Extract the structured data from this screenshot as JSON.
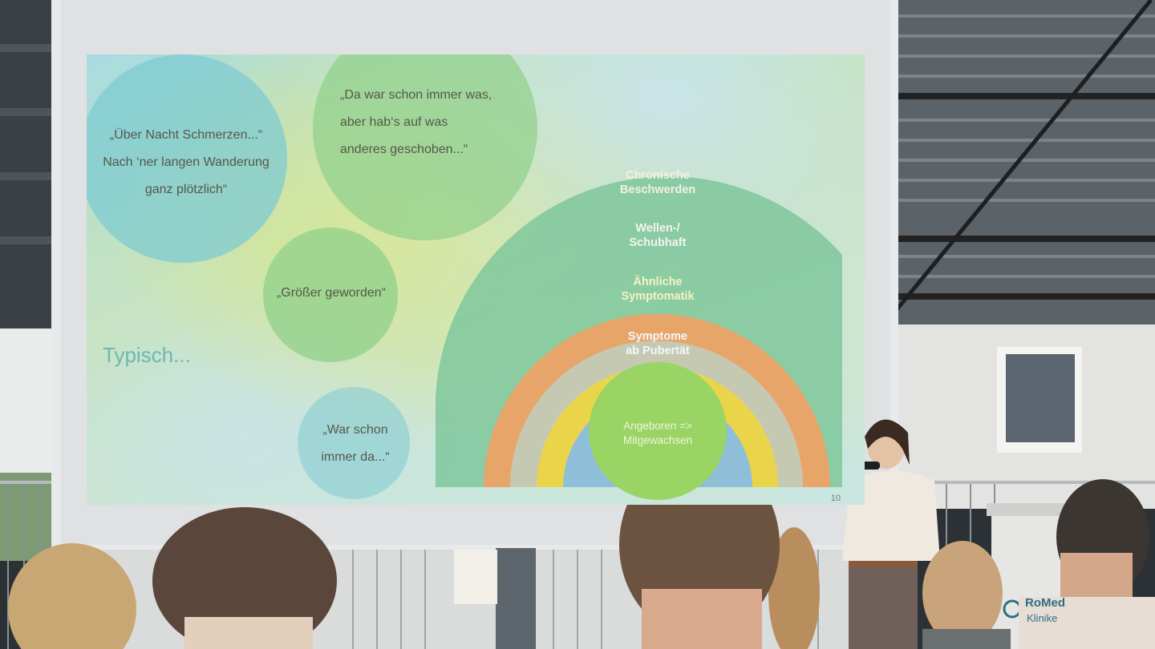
{
  "slide": {
    "quotes": [
      {
        "id": "quote-1",
        "text": "„Über Nacht Schmerzen...“\nNach ‘ner langen Wanderung\nganz plötzlich“"
      },
      {
        "id": "quote-2",
        "text": "„Da war schon immer was,\naber hab‘s auf was\nanderes geschoben...“"
      },
      {
        "id": "quote-3",
        "text": "„Größer geworden“"
      },
      {
        "id": "quote-4",
        "text": "„War schon\nimmer da...“"
      }
    ],
    "heading": "Typisch...",
    "rings": [
      {
        "label": "Chronische\nBeschwerden",
        "color": "#e8a56a",
        "text_color": "#f6f0e0"
      },
      {
        "label": "Wellen-/\nSchubhaft",
        "color": "#c6c9b2",
        "text_color": "#f4f4ec"
      },
      {
        "label": "Ähnliche\nSymptomatik",
        "color": "#ead54a",
        "text_color": "#f7f1c4"
      },
      {
        "label": "Symptome\nab Pubertät",
        "color": "#8fbfd8",
        "text_color": "#f2f7fb"
      },
      {
        "label": "Angeboren =>\nMitgewachsen",
        "color": "#9ad464",
        "text_color": "#eef6df"
      }
    ],
    "page_number": "10"
  },
  "venue": {
    "logo_name": "RoMed",
    "logo_sub": "Klinike"
  },
  "colors": {
    "bubble_teal": "#7fcbd2",
    "bubble_green": "#8fd08a",
    "back_arc": "#7fc79c"
  }
}
